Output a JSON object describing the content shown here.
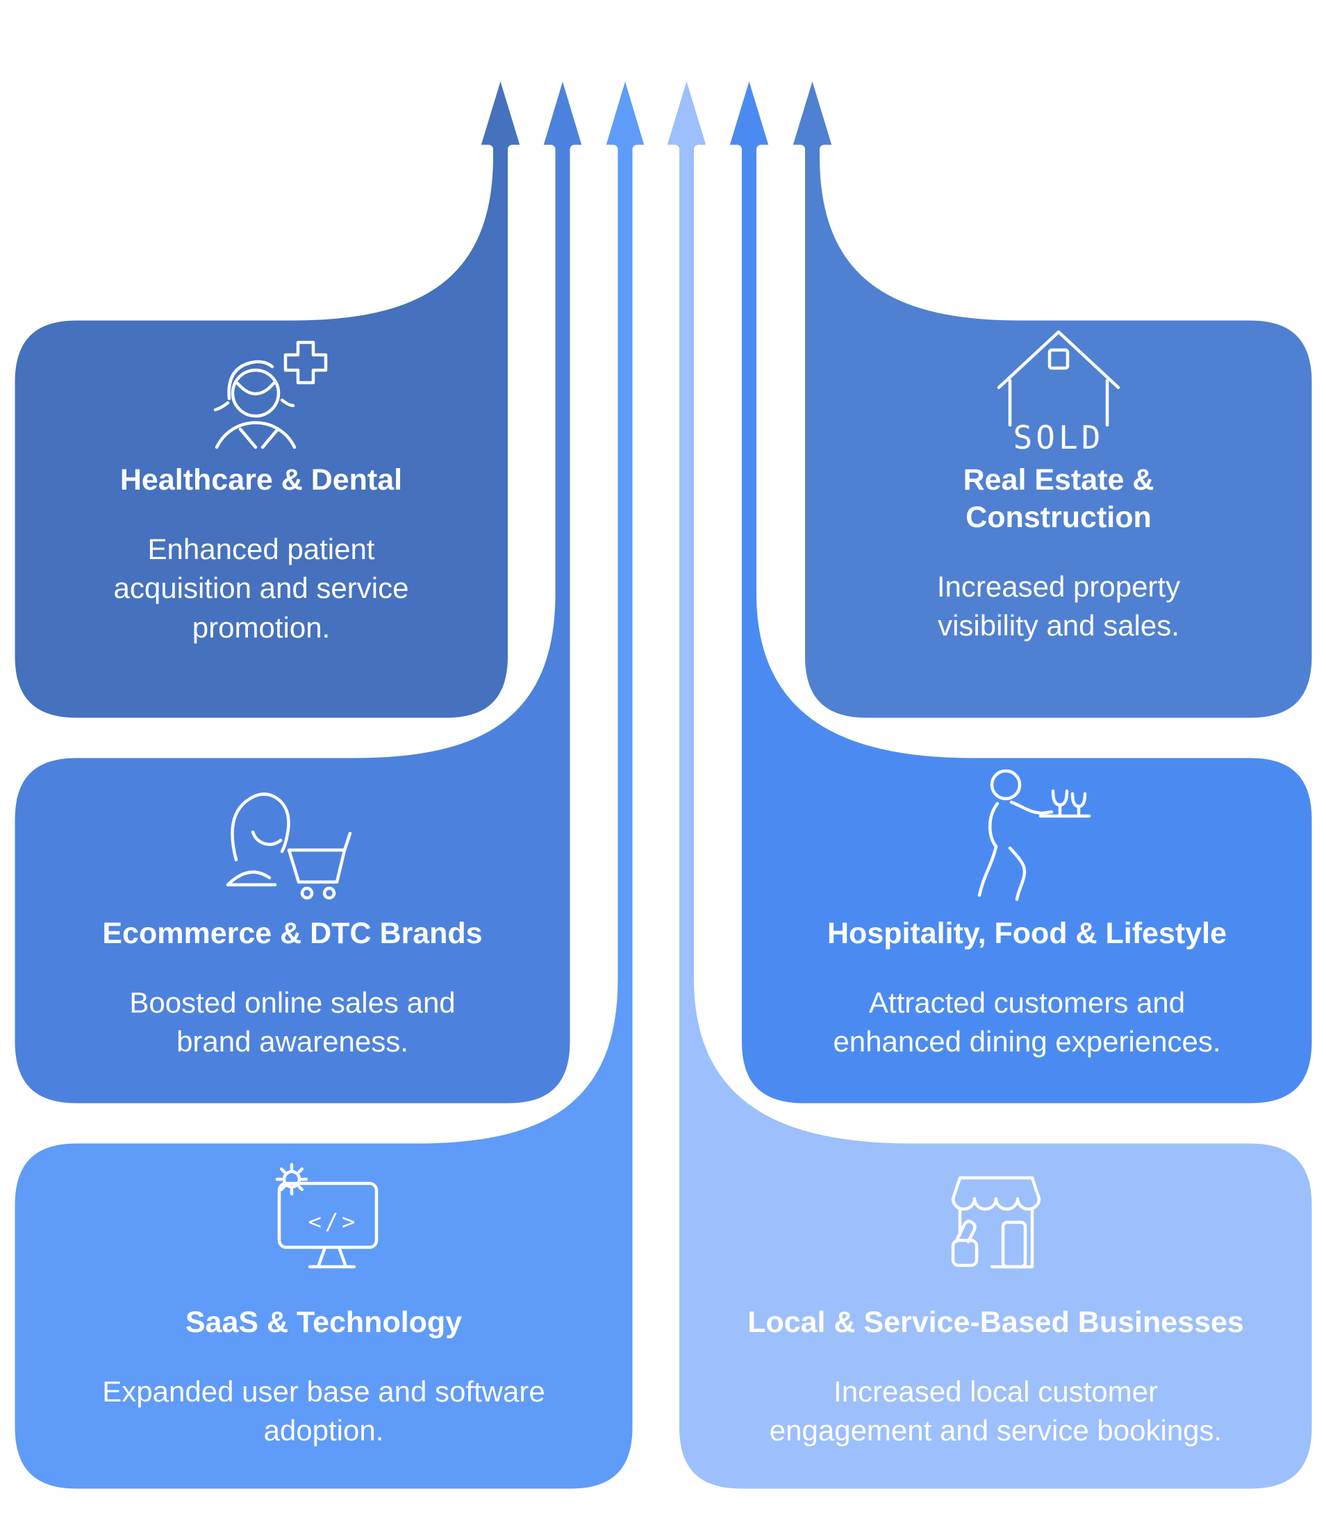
{
  "page": {
    "background": "#ffffff"
  },
  "cards": [
    {
      "id": "healthcare",
      "title": "Healthcare & Dental",
      "description": "Enhanced patient acquisition and service promotion.",
      "icon": "patient-with-medical-cross-icon",
      "color": "#4571BE"
    },
    {
      "id": "real-estate",
      "title": "Real Estate & Construction",
      "description": "Increased property visibility and sales.",
      "icon": "sold-house-icon",
      "color": "#5080D2"
    },
    {
      "id": "ecommerce",
      "title": "Ecommerce & DTC Brands",
      "description": "Boosted online sales and brand awareness.",
      "icon": "shopper-with-cart-icon",
      "color": "#4C82DE"
    },
    {
      "id": "hospitality",
      "title": "Hospitality, Food & Lifestyle",
      "description": "Attracted customers and enhanced dining experiences.",
      "icon": "waiter-with-tray-icon",
      "color": "#4B8BF1"
    },
    {
      "id": "saas",
      "title": "SaaS & Technology",
      "description": "Expanded user base and software adoption.",
      "icon": "monitor-gear-code-icon",
      "color": "#5F9BF8"
    },
    {
      "id": "local",
      "title": "Local & Service-Based Businesses",
      "description": "Increased local customer engagement and service bookings.",
      "icon": "storefront-thumbs-up-icon",
      "color": "#9DBFFC"
    }
  ],
  "labels": {
    "sold": "SOLD",
    "code": "</>"
  }
}
